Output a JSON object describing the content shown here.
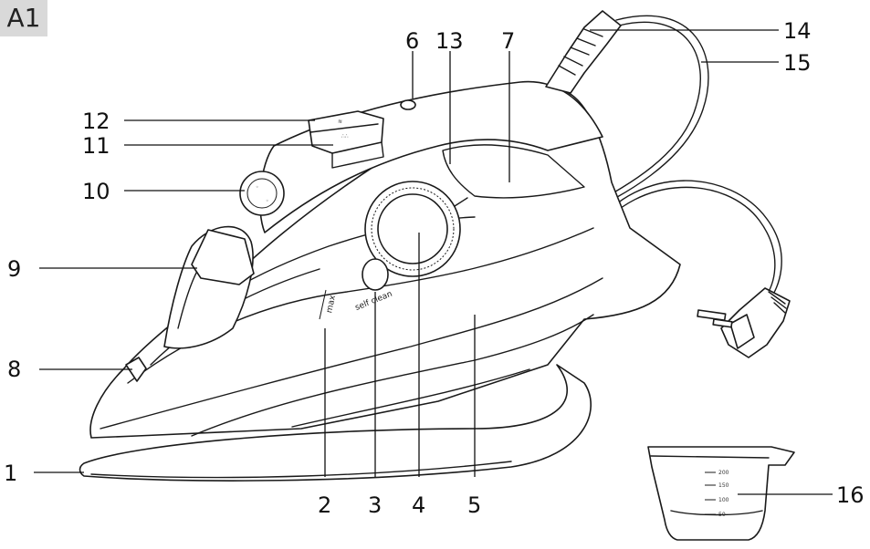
{
  "figure": {
    "tag": "A1",
    "cup_scale": [
      "200",
      "150",
      "100",
      "50"
    ],
    "dial_text": "self clean",
    "max_mark": "max"
  },
  "callouts": [
    {
      "id": "1",
      "label": "1"
    },
    {
      "id": "2",
      "label": "2"
    },
    {
      "id": "3",
      "label": "3"
    },
    {
      "id": "4",
      "label": "4"
    },
    {
      "id": "5",
      "label": "5"
    },
    {
      "id": "6",
      "label": "6"
    },
    {
      "id": "7",
      "label": "7"
    },
    {
      "id": "8",
      "label": "8"
    },
    {
      "id": "9",
      "label": "9"
    },
    {
      "id": "10",
      "label": "10"
    },
    {
      "id": "11",
      "label": "11"
    },
    {
      "id": "12",
      "label": "12"
    },
    {
      "id": "13",
      "label": "13"
    },
    {
      "id": "14",
      "label": "14"
    },
    {
      "id": "15",
      "label": "15"
    },
    {
      "id": "16",
      "label": "16"
    }
  ]
}
